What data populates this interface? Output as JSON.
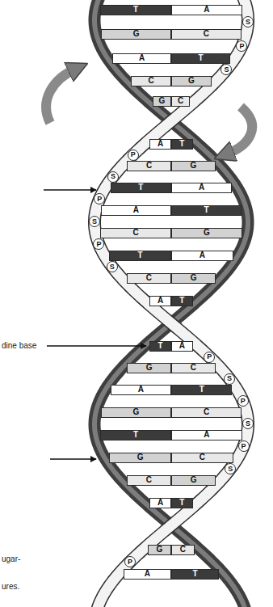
{
  "diagram": {
    "nodes": [
      {
        "text": [
          "T"
        ]
      },
      {
        "text": [
          "A"
        ]
      },
      {
        "text": [
          "S"
        ]
      },
      {
        "text": [
          "G"
        ]
      },
      {
        "text": [
          "C"
        ]
      },
      {
        "text": [
          "P"
        ]
      },
      {
        "text": [
          "A"
        ]
      },
      {
        "text": [
          "T"
        ]
      },
      {
        "text": [
          "S"
        ]
      },
      {
        "text": [
          "C"
        ]
      },
      {
        "text": [
          "G"
        ]
      },
      {
        "text": [
          "G"
        ]
      },
      {
        "text": [
          "C"
        ]
      },
      {
        "text": [
          "A"
        ]
      },
      {
        "text": [
          "T"
        ]
      },
      {
        "text": [
          "P"
        ]
      },
      {
        "text": [
          "C"
        ]
      },
      {
        "text": [
          "G"
        ]
      },
      {
        "text": [
          "S"
        ]
      },
      {
        "text": [
          "T"
        ]
      },
      {
        "text": [
          "A"
        ]
      },
      {
        "text": [
          "P"
        ]
      },
      {
        "text": [
          "A"
        ]
      },
      {
        "text": [
          "T"
        ]
      },
      {
        "text": [
          "S"
        ]
      },
      {
        "text": [
          "C"
        ]
      },
      {
        "text": [
          "G"
        ]
      },
      {
        "text": [
          "P"
        ]
      },
      {
        "text": [
          "T"
        ]
      },
      {
        "text": [
          "A"
        ]
      },
      {
        "text": [
          "S"
        ]
      },
      {
        "text": [
          "C"
        ]
      },
      {
        "text": [
          "G"
        ]
      },
      {
        "text": [
          "A"
        ]
      },
      {
        "text": [
          "T"
        ]
      },
      {
        "text": [
          "T"
        ]
      },
      {
        "text": [
          "A"
        ]
      },
      {
        "text": [
          "P"
        ]
      },
      {
        "text": [
          "G"
        ]
      },
      {
        "text": [
          "C"
        ]
      },
      {
        "text": [
          "S"
        ]
      },
      {
        "text": [
          "A"
        ]
      },
      {
        "text": [
          "T"
        ]
      },
      {
        "text": [
          "P"
        ]
      },
      {
        "text": [
          "G"
        ]
      },
      {
        "text": [
          "C"
        ]
      },
      {
        "text": [
          "S"
        ]
      },
      {
        "text": [
          "T"
        ]
      },
      {
        "text": [
          "A"
        ]
      },
      {
        "text": [
          "P"
        ]
      },
      {
        "text": [
          "G"
        ]
      },
      {
        "text": [
          "C"
        ]
      },
      {
        "text": [
          "S"
        ]
      },
      {
        "text": [
          "C"
        ]
      },
      {
        "text": [
          "G"
        ]
      },
      {
        "text": [
          "A"
        ]
      },
      {
        "text": [
          "T"
        ]
      },
      {
        "text": [
          "G"
        ]
      },
      {
        "text": [
          "C"
        ]
      },
      {
        "text": [
          "P"
        ]
      },
      {
        "text": [
          "A"
        ]
      },
      {
        "text": [
          "T"
        ]
      }
    ],
    "labels": [
      "dine base",
      "ugar-",
      "ures."
    ]
  }
}
